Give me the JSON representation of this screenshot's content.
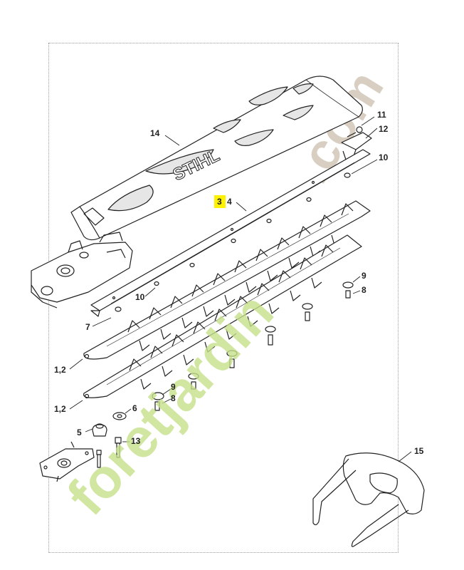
{
  "diagram": {
    "brand_mark": "STIHL",
    "watermark_tld": ".com",
    "watermark_main": "foretjardin",
    "highlight_color": "#fff200",
    "watermark_green": "#c6e08a",
    "watermark_orange": "#f4b77a",
    "watermark_tan": "#cbbfae",
    "callouts": {
      "c14": "14",
      "c11": "11",
      "c12": "12",
      "c10a": "10",
      "c3": "3",
      "c4": "4",
      "c9a": "9",
      "c8a": "8",
      "c10b": "10",
      "c7": "7",
      "c12a": "1,2",
      "c12b": "1,2",
      "c9b": "9",
      "c8b": "8",
      "c6": "6",
      "c5": "5",
      "c13": "13",
      "c15": "15"
    }
  }
}
